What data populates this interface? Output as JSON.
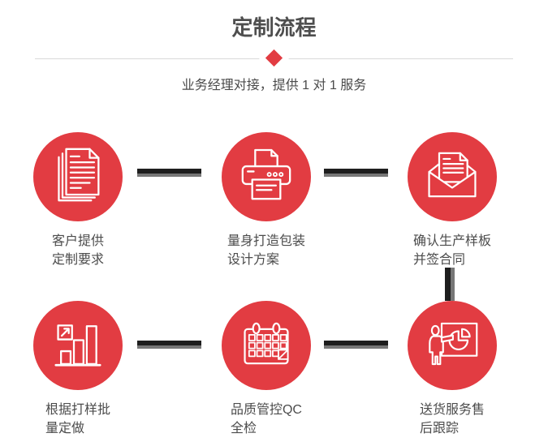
{
  "page": {
    "title": "定制流程",
    "subtitle": "业务经理对接，提供 1 对 1 服务"
  },
  "colors": {
    "accent_red": "#e23c42",
    "connector_dark": "#1e1e1e",
    "connector_gray": "#777777"
  },
  "steps": [
    {
      "icon": "documents-icon",
      "label_line1": "客户提供",
      "label_line2": "定制要求"
    },
    {
      "icon": "printer-icon",
      "label_line1": "量身打造包装",
      "label_line2": "设计方案"
    },
    {
      "icon": "envelope-icon",
      "label_line1": "确认生产样板",
      "label_line2": "并签合同"
    },
    {
      "icon": "bar-chart-icon",
      "label_line1": "根据打样批",
      "label_line2": "量定做"
    },
    {
      "icon": "calendar-icon",
      "label_line1": "品质管控QC",
      "label_line2": "全检"
    },
    {
      "icon": "presentation-icon",
      "label_line1": "送货服务售",
      "label_line2": "后跟踪"
    }
  ]
}
